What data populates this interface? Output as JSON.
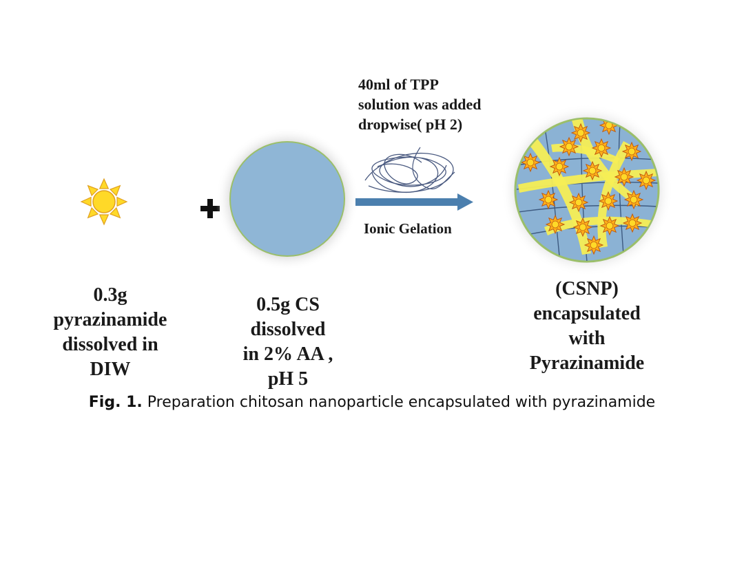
{
  "steps": {
    "drug_label": [
      "0.3g",
      "pyrazinamide",
      "dissolved in",
      "DIW"
    ],
    "chitosan_label": [
      "0.5g CS",
      "dissolved",
      "in 2% AA ,",
      "pH 5"
    ],
    "product_label": [
      "(CSNP)",
      "encapsulated",
      "with",
      "Pyrazinamide"
    ]
  },
  "reagent": {
    "text": [
      "40ml of TPP",
      "solution was added",
      "dropwise( pH 2)"
    ]
  },
  "process": {
    "arrow_label": "Ionic Gelation"
  },
  "symbols": {
    "plus": "plus-icon",
    "drug": "sun-icon",
    "chitosan": "circle-icon",
    "tpp": "tangle-icon",
    "nanoparticle": "network-sphere-icon"
  },
  "caption": {
    "prefix": "Fig. 1.",
    "text": " Preparation chitosan nanoparticle encapsulated with pyrazinamide"
  },
  "colors": {
    "sun_fill": "#FFD928",
    "sun_stroke": "#E0A020",
    "chitosan_fill": "#8FB6D6",
    "chitosan_rim": "#9BBF6A",
    "arrow": "#4B7FAE",
    "nanoparticle_fill": "#8BB2D4",
    "network_yellow": "#F5EE55",
    "star_fill": "#FFB21A",
    "star_stroke": "#C05A10"
  }
}
